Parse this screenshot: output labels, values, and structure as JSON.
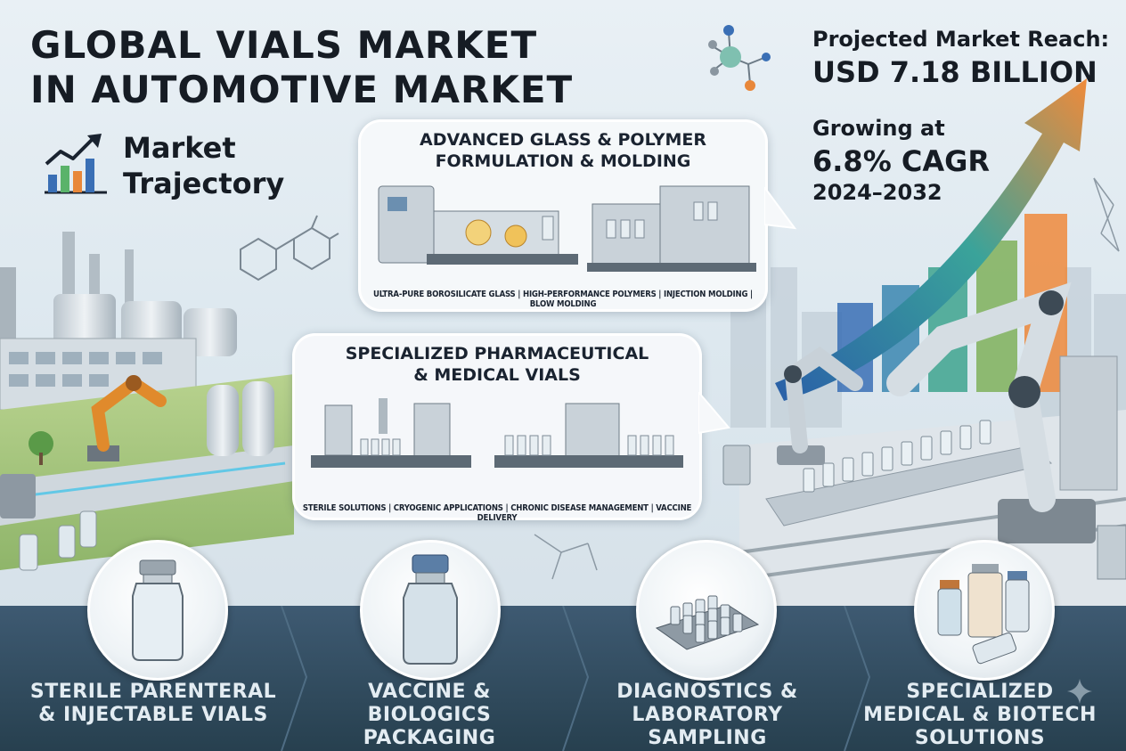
{
  "title": {
    "line1": "GLOBAL VIALS MARKET",
    "line2": "IN AUTOMOTIVE MARKET"
  },
  "trajectory": {
    "line1": "Market",
    "line2": "Trajectory",
    "icon": "bar-chart-trend-icon"
  },
  "stats": {
    "reach_label": "Projected Market Reach:",
    "reach_value": "USD 7.18 BILLION",
    "growth_label": "Growing at",
    "growth_value": "6.8% CAGR",
    "growth_years": "2024–2032"
  },
  "bubble_top": {
    "title_line1": "ADVANCED GLASS & POLYMER",
    "title_line2": "FORMULATION & MOLDING",
    "caption": "ULTRA-PURE BOROSILICATE GLASS | HIGH-PERFORMANCE POLYMERS | INJECTION MOLDING | BLOW MOLDING"
  },
  "bubble_mid": {
    "title_line1": "SPECIALIZED PHARMACEUTICAL",
    "title_line2": "& MEDICAL VIALS",
    "caption": "STERILE SOLUTIONS | CRYOGENIC APPLICATIONS | CHRONIC DISEASE MANAGEMENT | VACCINE DELIVERY"
  },
  "segments": [
    {
      "line1": "STERILE PARENTERAL",
      "line2": "& INJECTABLE VIALS",
      "line3": "",
      "icon": "injectable-vial-icon"
    },
    {
      "line1": "VACCINE &",
      "line2": "BIOLOGICS",
      "line3": "PACKAGING",
      "icon": "vaccine-vial-icon"
    },
    {
      "line1": "DIAGNOSTICS &",
      "line2": "LABORATORY",
      "line3": "SAMPLING",
      "icon": "sample-tray-icon"
    },
    {
      "line1": "SPECIALIZED",
      "line2": "MEDICAL & BIOTECH",
      "line3": "SOLUTIONS",
      "icon": "biotech-vials-icon"
    }
  ],
  "growth_bars": [
    0.35,
    0.5,
    0.65,
    0.8,
    0.95
  ],
  "colors": {
    "band": "#2f4a5e",
    "band_text": "#e3ecf2",
    "arrow_start": "#2a5fa8",
    "arrow_mid": "#3aa39a",
    "arrow_end": "#f08a3a",
    "accent_orange": "#e8873a",
    "accent_green": "#5ab36a"
  }
}
